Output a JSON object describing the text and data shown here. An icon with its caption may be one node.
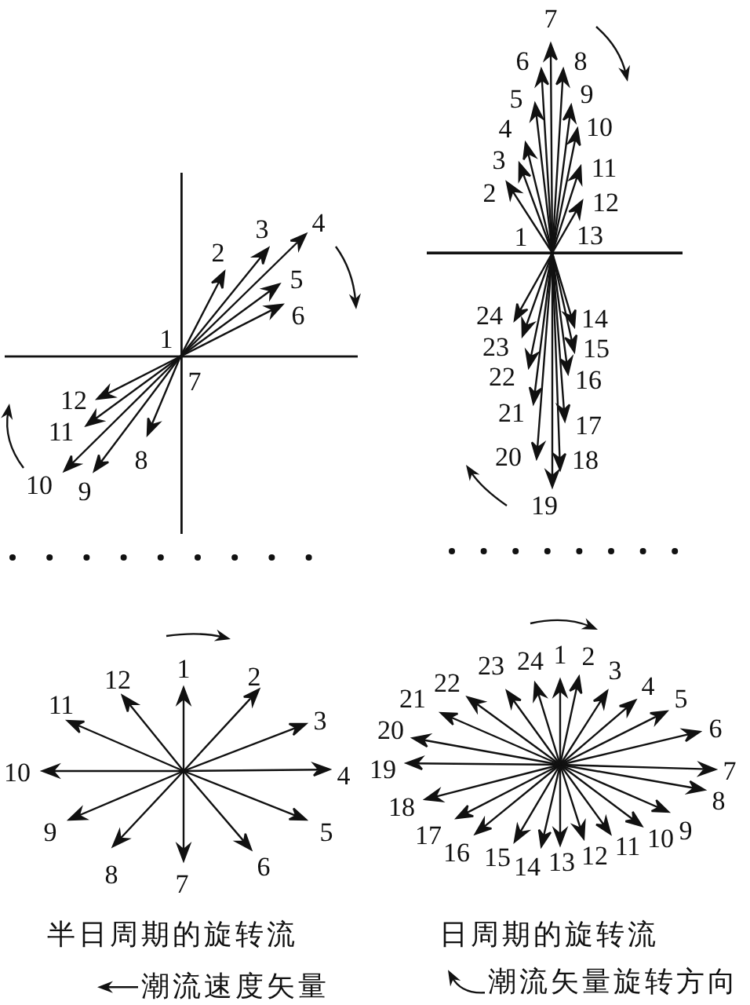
{
  "diagram": {
    "labels": [
      "1",
      "2",
      "3",
      "4",
      "5",
      "6",
      "7",
      "8",
      "9",
      "10",
      "11",
      "12",
      "1",
      "2",
      "3",
      "4",
      "5",
      "6",
      "7",
      "8",
      "9",
      "10",
      "11",
      "12",
      "13",
      "14",
      "15",
      "16",
      "17",
      "18",
      "19",
      "20",
      "21",
      "22",
      "23",
      "24",
      "1",
      "2",
      "3",
      "4",
      "5",
      "6",
      "7",
      "8",
      "9",
      "10",
      "11",
      "12",
      "1",
      "2",
      "3",
      "4",
      "5",
      "6",
      "7",
      "8",
      "9",
      "10",
      "11",
      "12",
      "13",
      "14",
      "15",
      "16",
      "17",
      "18",
      "19",
      "20",
      "21",
      "22",
      "23",
      "24",
      "半日周期的旋转流",
      "日周期的旋转流"
    ],
    "legend": [
      {
        "text": "潮流速度矢量"
      },
      {
        "text": "潮流矢量旋转方向"
      }
    ]
  }
}
